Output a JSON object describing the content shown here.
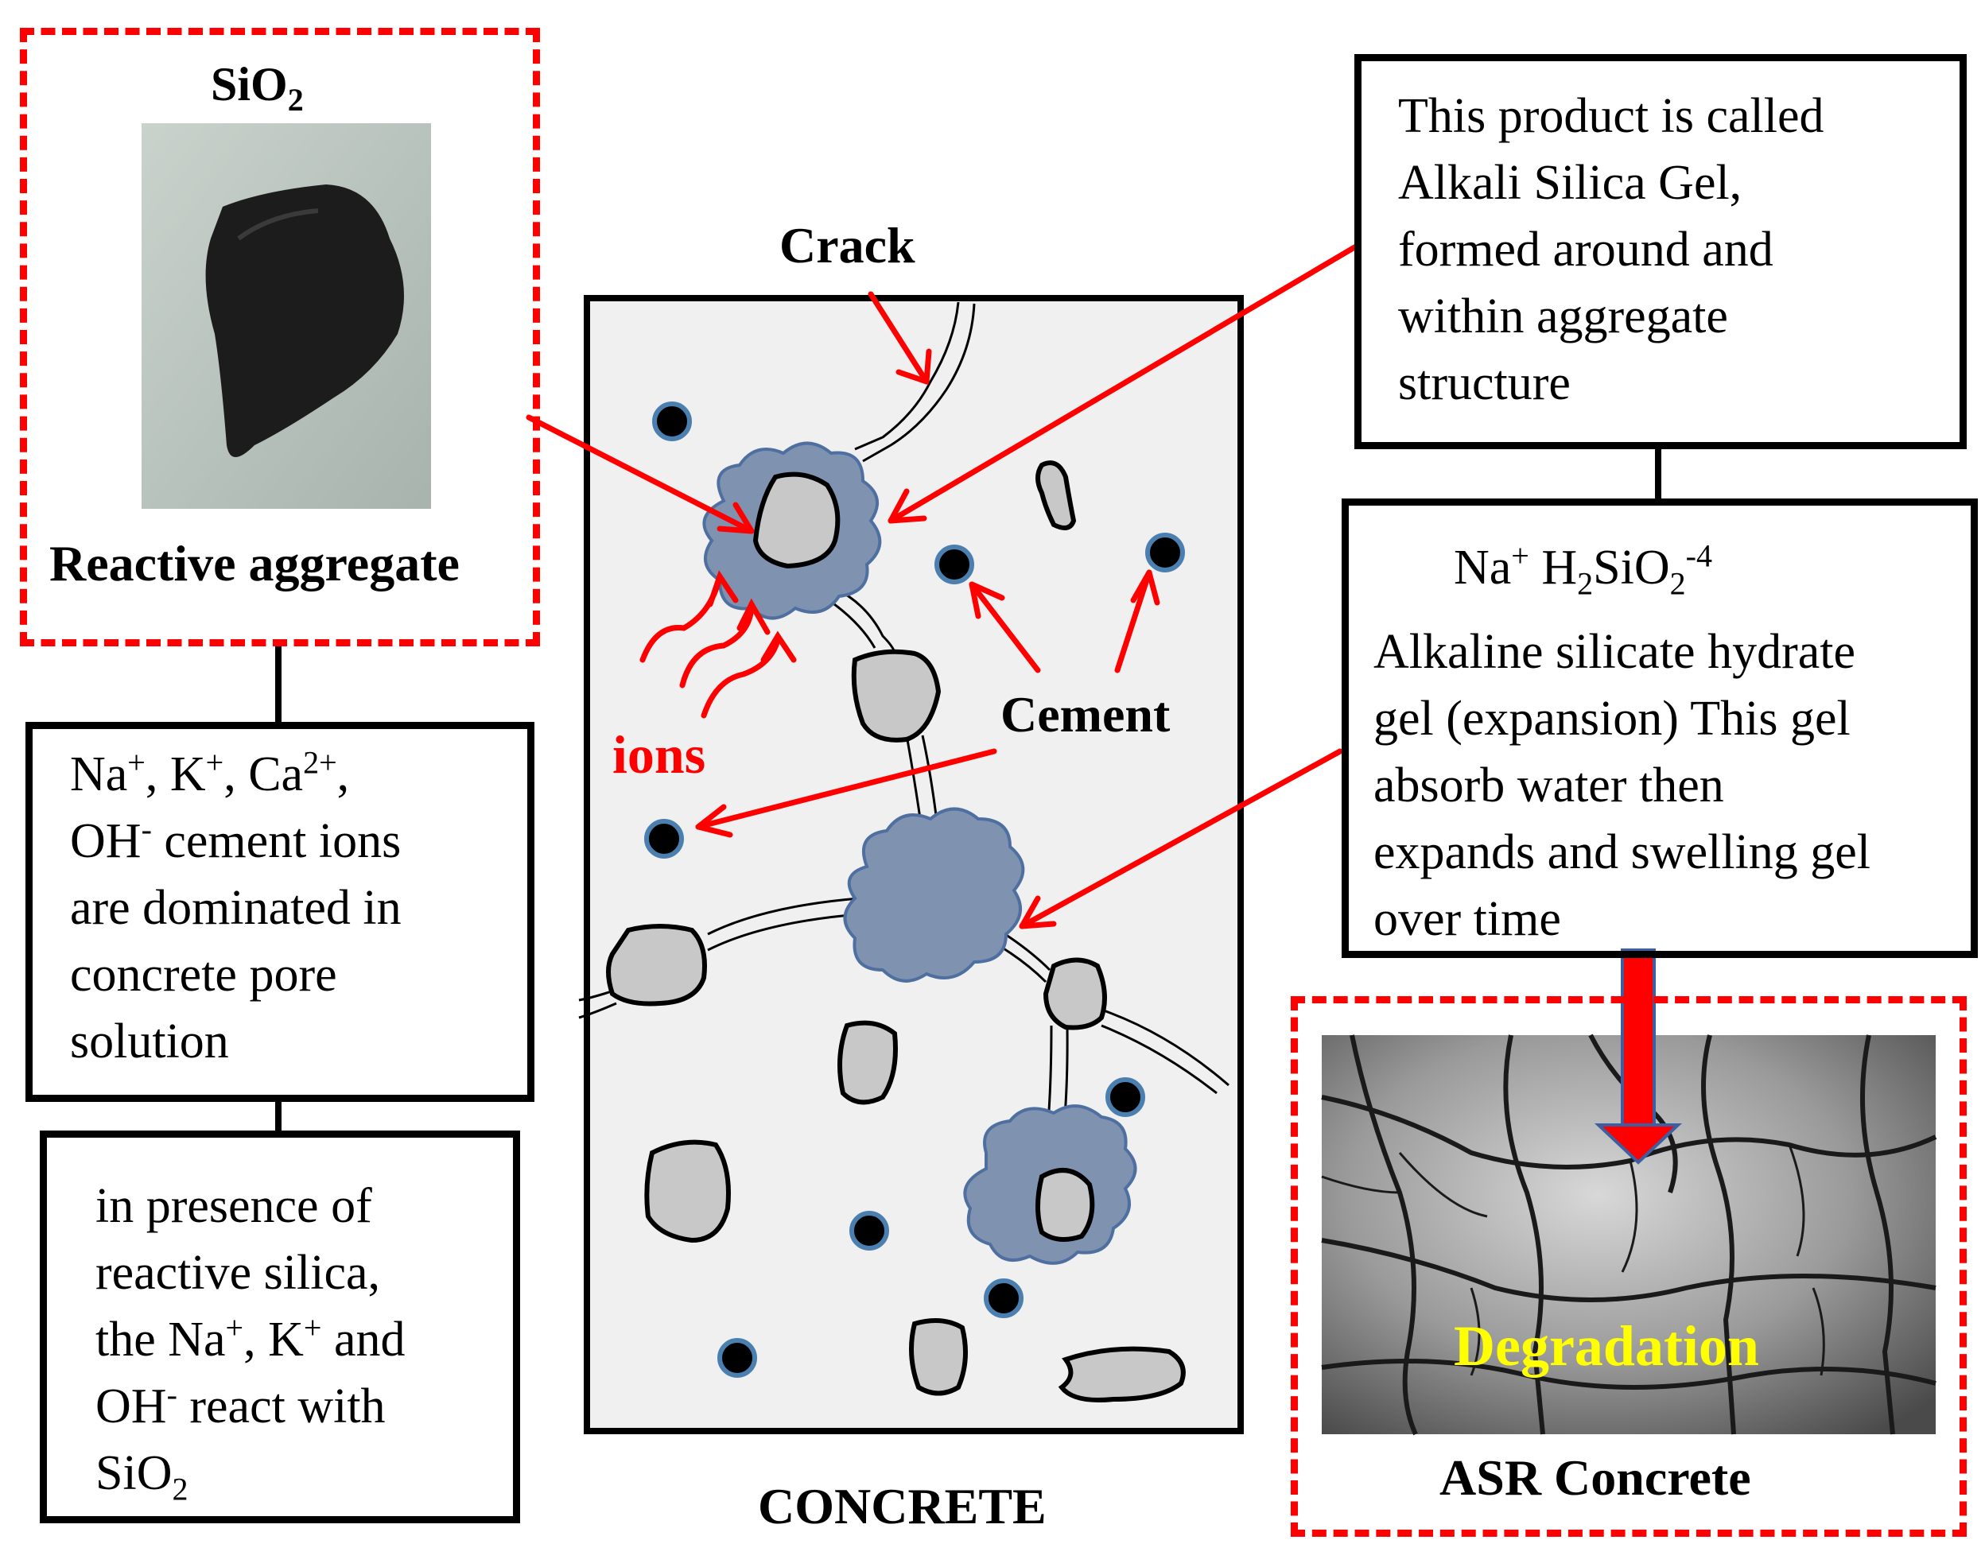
{
  "reactive_aggregate": {
    "formula_main": "SiO",
    "formula_sub": "2",
    "caption": "Reactive aggregate"
  },
  "cement_ions_box": {
    "l1_a": "Na",
    "l1_a_sup": "+",
    "l1_b": ", K",
    "l1_b_sup": "+",
    "l1_c": ", Ca",
    "l1_c_sup": "2+",
    "l1_d": ",",
    "l2_a": "OH",
    "l2_a_sup": "-",
    "l2_b": " cement ions",
    "l3": "are dominated in",
    "l4": "concrete pore",
    "l5": "solution"
  },
  "reaction_box": {
    "l1": "in presence of",
    "l2": "reactive silica,",
    "l3_a": "the Na",
    "l3_a_sup": "+",
    "l3_b": ", K",
    "l3_b_sup": "+",
    "l3_c": " and",
    "l4_a": "OH",
    "l4_a_sup": "-",
    "l4_b": " react with",
    "l5_a": "SiO",
    "l5_a_sub": "2"
  },
  "concrete": {
    "crack_label": "Crack",
    "cement_label": "Cement",
    "ions_label": "ions",
    "caption": "CONCRETE"
  },
  "gel_box": {
    "lines": [
      "This product is called",
      "Alkali Silica Gel,",
      "formed around and",
      "within aggregate",
      "structure"
    ]
  },
  "hydrate_box": {
    "formula_na": "Na",
    "formula_na_sup": "+",
    "formula_h": "H",
    "formula_h_sub": "2",
    "formula_sio": "SiO",
    "formula_sio_sub": "2",
    "formula_sio_sup": "-4",
    "lines": [
      "Alkaline silicate hydrate",
      "gel (expansion) This gel",
      "absorb water then",
      "expands and swelling gel",
      "over time"
    ]
  },
  "asr": {
    "degradation_label": "Degradation",
    "caption": "ASR Concrete"
  },
  "colors": {
    "arrow": "#ff0000",
    "dashed_border": "#ff0000",
    "gel": "#7f93b1",
    "aggregate": "#c8c8c8",
    "cement_dot_ring": "#4a7fb0",
    "degradation_text": "#ffff00"
  }
}
